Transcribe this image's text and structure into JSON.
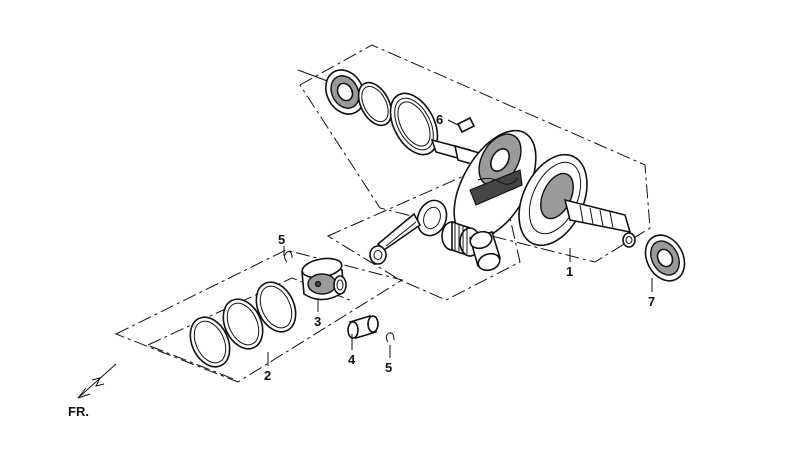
{
  "callouts": [
    {
      "id": "1",
      "text": "1"
    },
    {
      "id": "2",
      "text": "2"
    },
    {
      "id": "3",
      "text": "3"
    },
    {
      "id": "4",
      "text": "4"
    },
    {
      "id": "5a",
      "text": "5"
    },
    {
      "id": "5b",
      "text": "5"
    },
    {
      "id": "6",
      "text": "6"
    },
    {
      "id": "7",
      "text": "7"
    }
  ],
  "direction_label": "FR."
}
